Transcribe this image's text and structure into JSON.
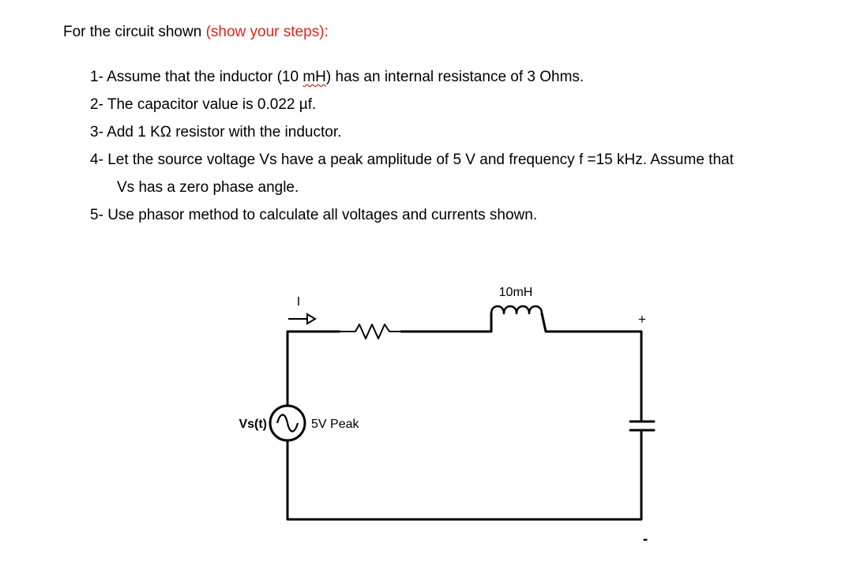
{
  "problem": {
    "intro": "For the circuit shown",
    "intro_note": "(show your steps):",
    "items": [
      {
        "num": "1-",
        "text_before": "Assume that the inductor (10 ",
        "unit": "mH",
        "text_after": ") has an internal resistance of 3 Ohms."
      },
      {
        "num": "2-",
        "text": "The capacitor value is 0.022 µf."
      },
      {
        "num": "3-",
        "text": "Add 1 KΩ resistor with the inductor."
      },
      {
        "num": "4-",
        "text": "Let the source voltage Vs have a peak amplitude of 5 V and frequency f =15 kHz. Assume that",
        "continuation": "Vs has a zero phase angle."
      },
      {
        "num": "5-",
        "text": "Use phasor method to calculate all voltages and currents shown."
      }
    ]
  },
  "circuit": {
    "current_label": "I",
    "inductor_label": "10mH",
    "plus_label": "+",
    "minus_label": "-",
    "source_label": "Vs(t)",
    "source_value": "5V Peak"
  },
  "colors": {
    "note": "#d7261e",
    "wire": "#000000"
  }
}
